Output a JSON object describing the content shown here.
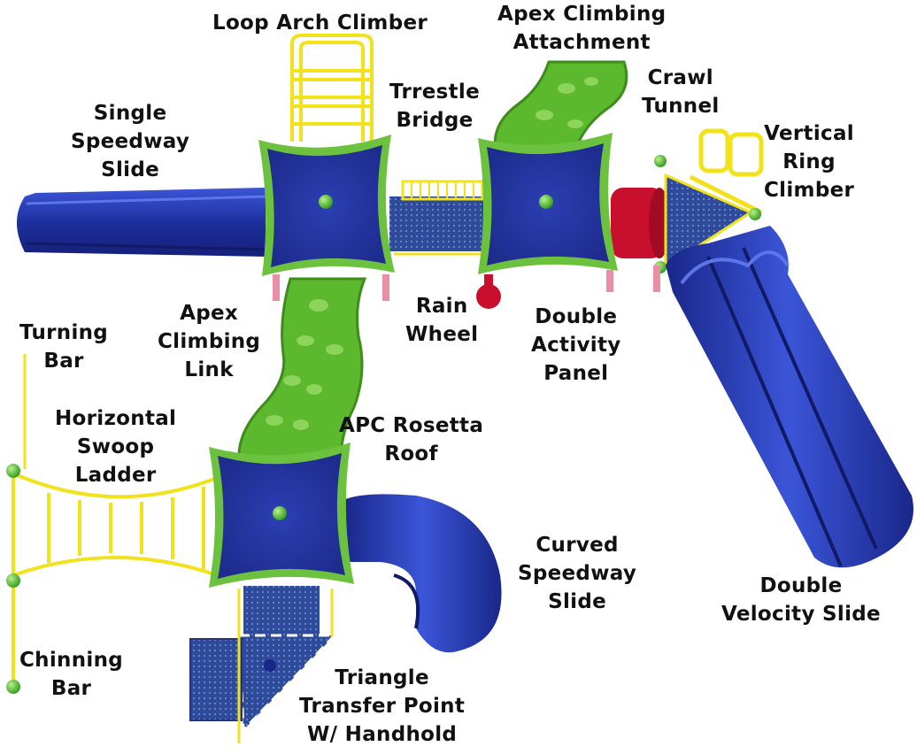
{
  "colors": {
    "slide_blue": "#1f2f9e",
    "slide_highlight": "#3b55d8",
    "roof_green": "#6cc23e",
    "deck_blue": "#2e4a9a",
    "tunnel_red": "#c8102e",
    "rail_yellow": "#f2e21c",
    "climber_green": "#5cb82d",
    "post_pink": "#e98ea4"
  },
  "labels": {
    "loop_arch_climber": [
      "Loop Arch Climber"
    ],
    "apex_climbing_attachment": [
      "Apex Climbing",
      "Attachment"
    ],
    "trrestle_bridge": [
      "Trrestle",
      "Bridge"
    ],
    "crawl_tunnel": [
      "Crawl",
      "Tunnel"
    ],
    "single_speedway_slide": [
      "Single",
      "Speedway",
      "Slide"
    ],
    "vertical_ring_climber": [
      "Vertical",
      "Ring",
      "Climber"
    ],
    "rain_wheel": [
      "Rain",
      "Wheel"
    ],
    "double_activity_panel": [
      "Double",
      "Activity",
      "Panel"
    ],
    "apex_climbing_link": [
      "Apex",
      "Climbing",
      "Link"
    ],
    "turning_bar": [
      "Turning",
      "Bar"
    ],
    "horizontal_swoop_ladder": [
      "Horizontal",
      "Swoop",
      "Ladder"
    ],
    "apc_rosetta_roof": [
      "APC Rosetta",
      "Roof"
    ],
    "curved_speedway_slide": [
      "Curved",
      "Speedway",
      "Slide"
    ],
    "double_velocity_slide": [
      "Double",
      "Velocity Slide"
    ],
    "chinning_bar": [
      "Chinning",
      "Bar"
    ],
    "triangle_transfer_point": [
      "Triangle",
      "Transfer Point",
      "W/ Handhold"
    ]
  }
}
